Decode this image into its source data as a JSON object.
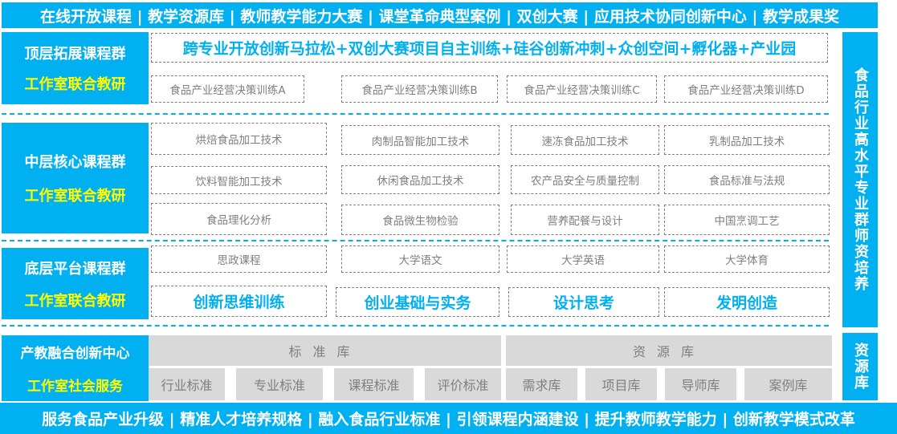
{
  "top_banner": {
    "text": "在线开放课程 | 教学资源库 | 教师教学能力大赛 | 课堂革命典型案例 | 双创大赛 | 应用技术协同创新中心 | 教学成果奖"
  },
  "tiers": [
    {
      "title": "顶层拓展课程群",
      "subtitle": "工作室联合教研",
      "highlight": "跨专业开放创新马拉松+双创大赛项目自主训练+硅谷创新冲刺+众创空间+孵化器+产业园",
      "courses": [
        "食品产业经营决策训练A",
        "食品产业经营决策训练B",
        "食品产业经营决策训练C",
        "食品产业经营决策训练D"
      ]
    },
    {
      "title": "中层核心课程群",
      "subtitle": "工作室联合教研",
      "courses": [
        "烘焙食品加工技术",
        "肉制品智能加工技术",
        "速冻食品加工技术",
        "乳制品加工技术",
        "饮料智能加工技术",
        "休闲食品加工技术",
        "农产品安全与质量控制",
        "食品标准与法规",
        "食品理化分析",
        "食品微生物检验",
        "营养配餐与设计",
        "中国烹调工艺"
      ]
    },
    {
      "title": "底层平台课程群",
      "subtitle": "工作室联合教研",
      "courses": [
        "思政课程",
        "大学语文",
        "大学英语",
        "大学体育"
      ],
      "innovation_courses": [
        "创新思维训练",
        "创业基础与实务",
        "设计思考",
        "发明创造"
      ]
    }
  ],
  "center": {
    "title": "产教融合创新中心",
    "subtitle": "工作室社会服务",
    "standards": {
      "header": "标准库",
      "items": [
        "行业标准",
        "专业标准",
        "课程标准",
        "评价标准"
      ]
    },
    "resources": {
      "header": "资源库",
      "items": [
        "需求库",
        "项目库",
        "导师库",
        "案例库"
      ]
    }
  },
  "right_bars": {
    "faculty": "食品行业高水平专业群师资培养",
    "resource": "资源库"
  },
  "bottom_banner": {
    "text": "服务食品产业升级 | 精准人才培养规格 | 融入食品行业标准 | 引领课程内涵建设 | 提升教师教学能力 | 创新教学模式改革"
  },
  "colors": {
    "accent": "#00b0f0",
    "highlight_yellow": "#ffff00",
    "gray_box": "#d9d9d9",
    "gray_text": "#7f7f7f"
  }
}
